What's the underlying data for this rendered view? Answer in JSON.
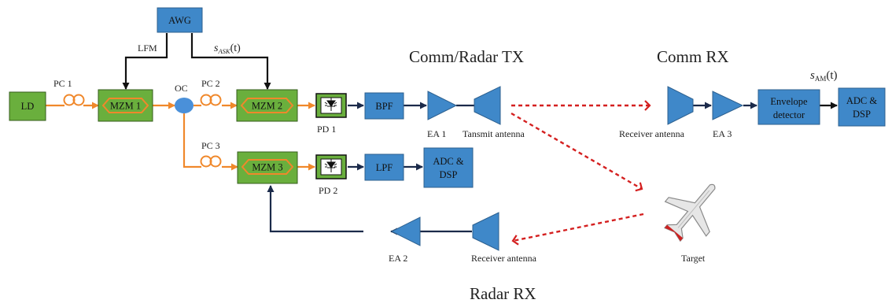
{
  "diagram": {
    "sections": {
      "tx": "Comm/Radar TX",
      "comm_rx": "Comm RX",
      "radar_rx": "Radar RX"
    },
    "blocks": {
      "awg": "AWG",
      "ld": "LD",
      "mzm1": "MZM 1",
      "mzm2": "MZM 2",
      "mzm3": "MZM 3",
      "bpf": "BPF",
      "lpf": "LPF",
      "adc1_line1": "ADC &",
      "adc1_line2": "DSP",
      "adc2_line1": "ADC &",
      "adc2_line2": "DSP",
      "env_line1": "Envelope",
      "env_line2": "detector"
    },
    "labels": {
      "lfm": "LFM",
      "s_ask_base": "s",
      "s_ask_sub": "ASK",
      "s_ask_arg": "(t)",
      "s_am_base": "s",
      "s_am_sub": "AM",
      "s_am_arg": "(t)",
      "pc1": "PC 1",
      "pc2": "PC 2",
      "pc3": "PC 3",
      "oc": "OC",
      "pd1": "PD 1",
      "pd2": "PD 2",
      "ea1": "EA 1",
      "ea2": "EA 2",
      "ea3": "EA 3",
      "tx_antenna": "Tansmit antenna",
      "rx_antenna_comm": "Receiver antenna",
      "rx_antenna_radar": "Receiver antenna",
      "target": "Target"
    },
    "colors": {
      "green_block": "#6aaf3d",
      "blue_block": "#3f88c9",
      "optical_line": "#f0882b",
      "electrical_line": "#1b2a4a",
      "wireless_link": "#d42020"
    },
    "icons": [
      "photodiode-icon",
      "airplane-icon",
      "antenna-icon",
      "amplifier-icon",
      "polarization-controller-icon"
    ]
  }
}
